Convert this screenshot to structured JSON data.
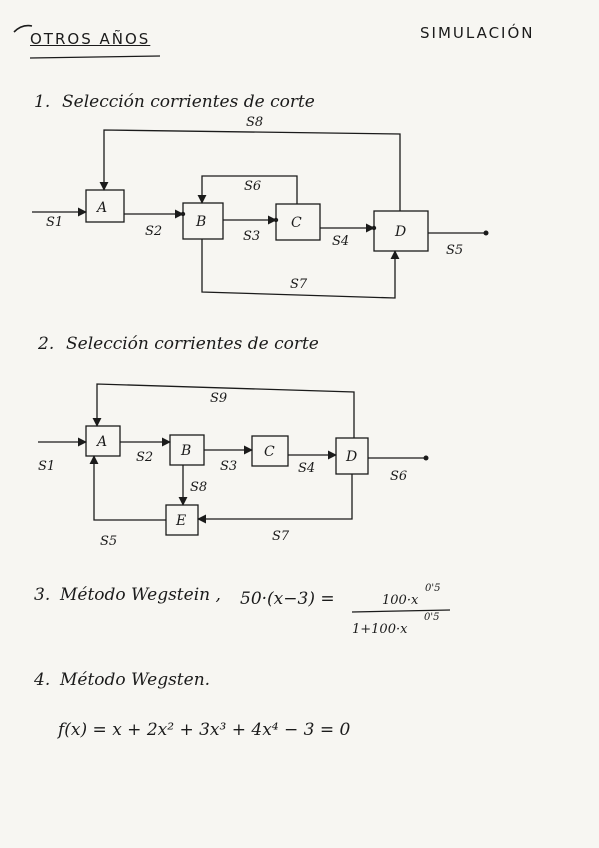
{
  "header": {
    "left": "OTROS AÑOS",
    "right": "SIMULACIÓN"
  },
  "sections": [
    {
      "num": "1.",
      "title": "Selección corrientes de corte"
    },
    {
      "num": "2.",
      "title": "Selección corrientes de corte"
    },
    {
      "num": "3.",
      "title": "Método Wegstein ,",
      "equation": "50·(x−3) =",
      "numerator": "100·x",
      "num_exp": "0'5",
      "denominator": "1+100·x",
      "den_exp": "0'5"
    },
    {
      "num": "4.",
      "title": "Método Wegsten.",
      "equation": "f(x) = x + 2x² + 3x³ + 4x⁴ − 3 = 0"
    }
  ],
  "diagram1": {
    "blocks": {
      "a": "A",
      "b": "B",
      "c": "C",
      "d": "D"
    },
    "streams": {
      "s1": "S1",
      "s2": "S2",
      "s3": "S3",
      "s4": "S4",
      "s5": "S5",
      "s6": "S6",
      "s7": "S7",
      "s8": "S8"
    }
  },
  "diagram2": {
    "blocks": {
      "a": "A",
      "b": "B",
      "c": "C",
      "d": "D",
      "e": "E"
    },
    "streams": {
      "s1": "S1",
      "s2": "S2",
      "s3": "S3",
      "s4": "S4",
      "s5": "S5",
      "s6": "S6",
      "s7": "S7",
      "s8": "S8",
      "s9": "S9"
    }
  }
}
